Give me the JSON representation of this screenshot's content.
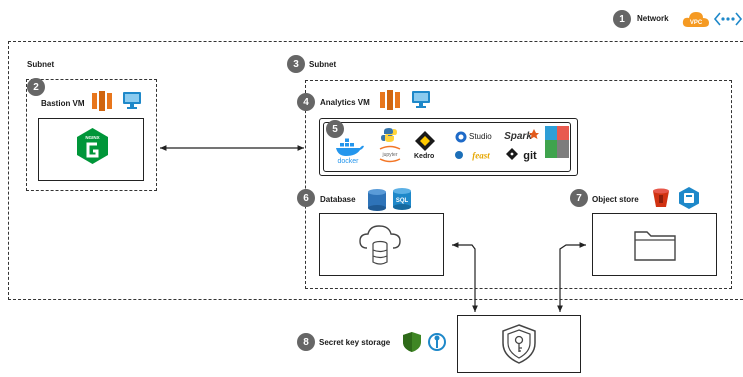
{
  "network": {
    "badge": "1",
    "label": "Network",
    "vpc_tag": "VPC"
  },
  "subnet_left": {
    "label": "Subnet"
  },
  "subnet_right": {
    "badge": "3",
    "label": "Subnet"
  },
  "bastion": {
    "badge": "2",
    "label": "Bastion VM",
    "nginx_text": "NGINX"
  },
  "analytics": {
    "badge": "4",
    "label": "Analytics VM"
  },
  "tools": {
    "badge": "5",
    "docker": "docker",
    "jupyter": "jupyter",
    "kedro": "Kedro",
    "studio": "Studio",
    "spark": "Spark",
    "git": "git",
    "feast": "feast"
  },
  "database": {
    "badge": "6",
    "label": "Database",
    "sql_tag": "SQL"
  },
  "object_store": {
    "badge": "7",
    "label": "Object store"
  },
  "secret_store": {
    "badge": "8",
    "label": "Secret key storage"
  },
  "colors": {
    "badge": "#666666",
    "aws_orange": "#E8761C",
    "vm_blue": "#1E88C9",
    "nginx_green": "#009639",
    "vpc_orange": "#F59A23",
    "db_blue": "#2E73B8",
    "s3_red": "#D13212",
    "vault_green": "#3F8624"
  }
}
